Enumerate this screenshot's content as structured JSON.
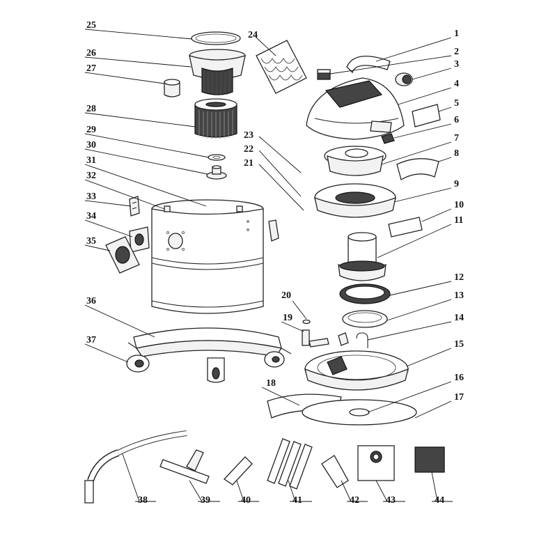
{
  "diagram": {
    "type": "exploded parts diagram",
    "part_numbers": [
      "1",
      "2",
      "3",
      "4",
      "5",
      "6",
      "7",
      "8",
      "9",
      "10",
      "11",
      "12",
      "13",
      "14",
      "15",
      "16",
      "17",
      "18",
      "19",
      "20",
      "21",
      "22",
      "23",
      "24",
      "25",
      "26",
      "27",
      "28",
      "29",
      "30",
      "31",
      "32",
      "33",
      "34",
      "35",
      "36",
      "37",
      "38",
      "39",
      "40",
      "41",
      "42",
      "43",
      "44"
    ]
  }
}
